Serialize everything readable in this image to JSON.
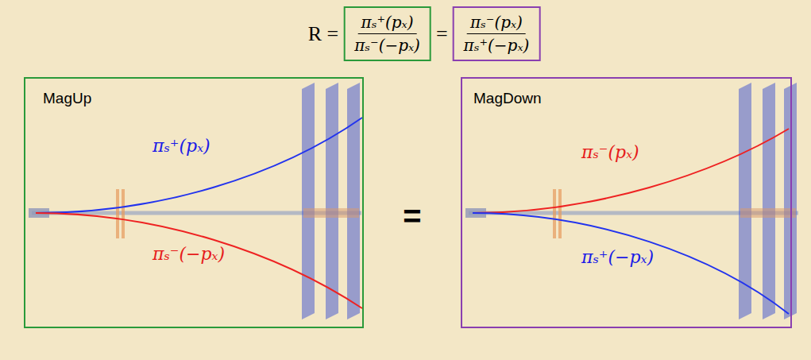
{
  "diagram": {
    "nodes": [
      {
        "text": [
          "πₛ⁺(pₓ)",
          "πₛ⁻(−pₓ)"
        ]
      },
      {
        "text": [
          "πₛ⁻(pₓ)",
          "πₛ⁺(−pₓ)"
        ]
      },
      {
        "text": [
          "MagUp",
          "πₛ⁺(pₓ)",
          "πₛ⁻(−pₓ)"
        ]
      },
      {
        "text": [
          "MagDown",
          "πₛ⁻(pₓ)",
          "πₛ⁺(−pₓ)"
        ]
      }
    ],
    "labels": [
      "R =",
      "=",
      "="
    ]
  }
}
